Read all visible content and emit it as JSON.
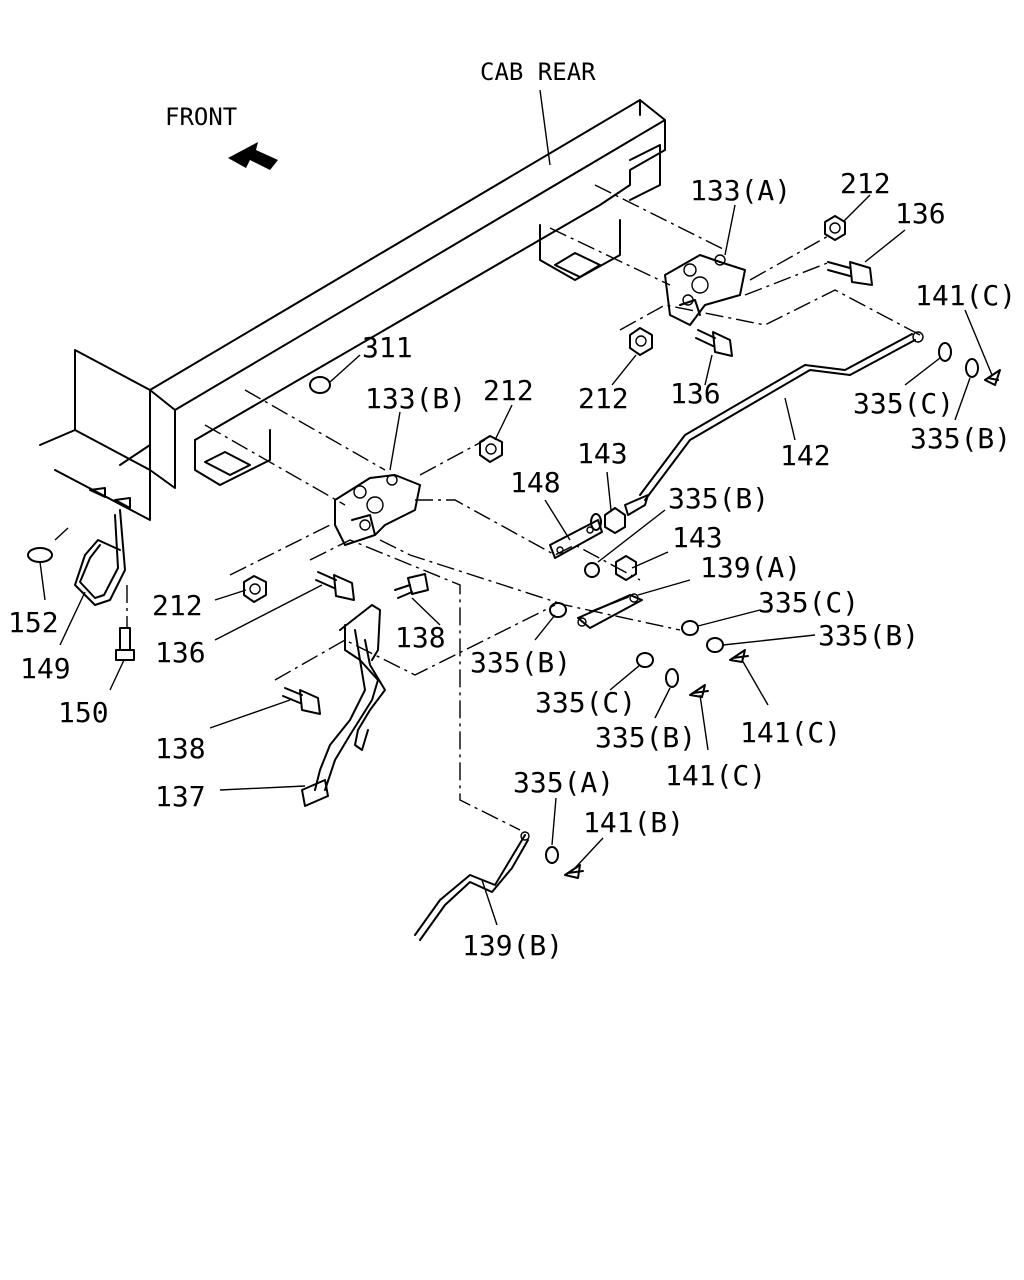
{
  "header": {
    "cab_rear": "CAB REAR",
    "front": "FRONT"
  },
  "callouts": {
    "c_133a": "133(A)",
    "c_212_top": "212",
    "c_136_top": "136",
    "c_141c_top": "141(C)",
    "c_311": "311",
    "c_133b": "133(B)",
    "c_212_mid": "212",
    "c_212_lowA": "212",
    "c_136_lowA": "136",
    "c_335c_right": "335(C)",
    "c_335b_right": "335(B)",
    "c_142": "142",
    "c_143_upper": "143",
    "c_148": "148",
    "c_335b_mid": "335(B)",
    "c_143_lower": "143",
    "c_139a": "139(A)",
    "c_335c_mid": "335(C)",
    "c_335b_far": "335(B)",
    "c_212_left": "212",
    "c_136_left": "136",
    "c_138_upper": "138",
    "c_152": "152",
    "c_149": "149",
    "c_150": "150",
    "c_335b_low": "335(B)",
    "c_335c_low": "335(C)",
    "c_335b_low2": "335(B)",
    "c_141c_mid": "141(C)",
    "c_141c_low": "141(C)",
    "c_138_lower": "138",
    "c_137": "137",
    "c_335a": "335(A)",
    "c_141b": "141(B)",
    "c_139b": "139(B)"
  },
  "icons": {
    "front_arrow": "front-direction-arrow-icon"
  }
}
